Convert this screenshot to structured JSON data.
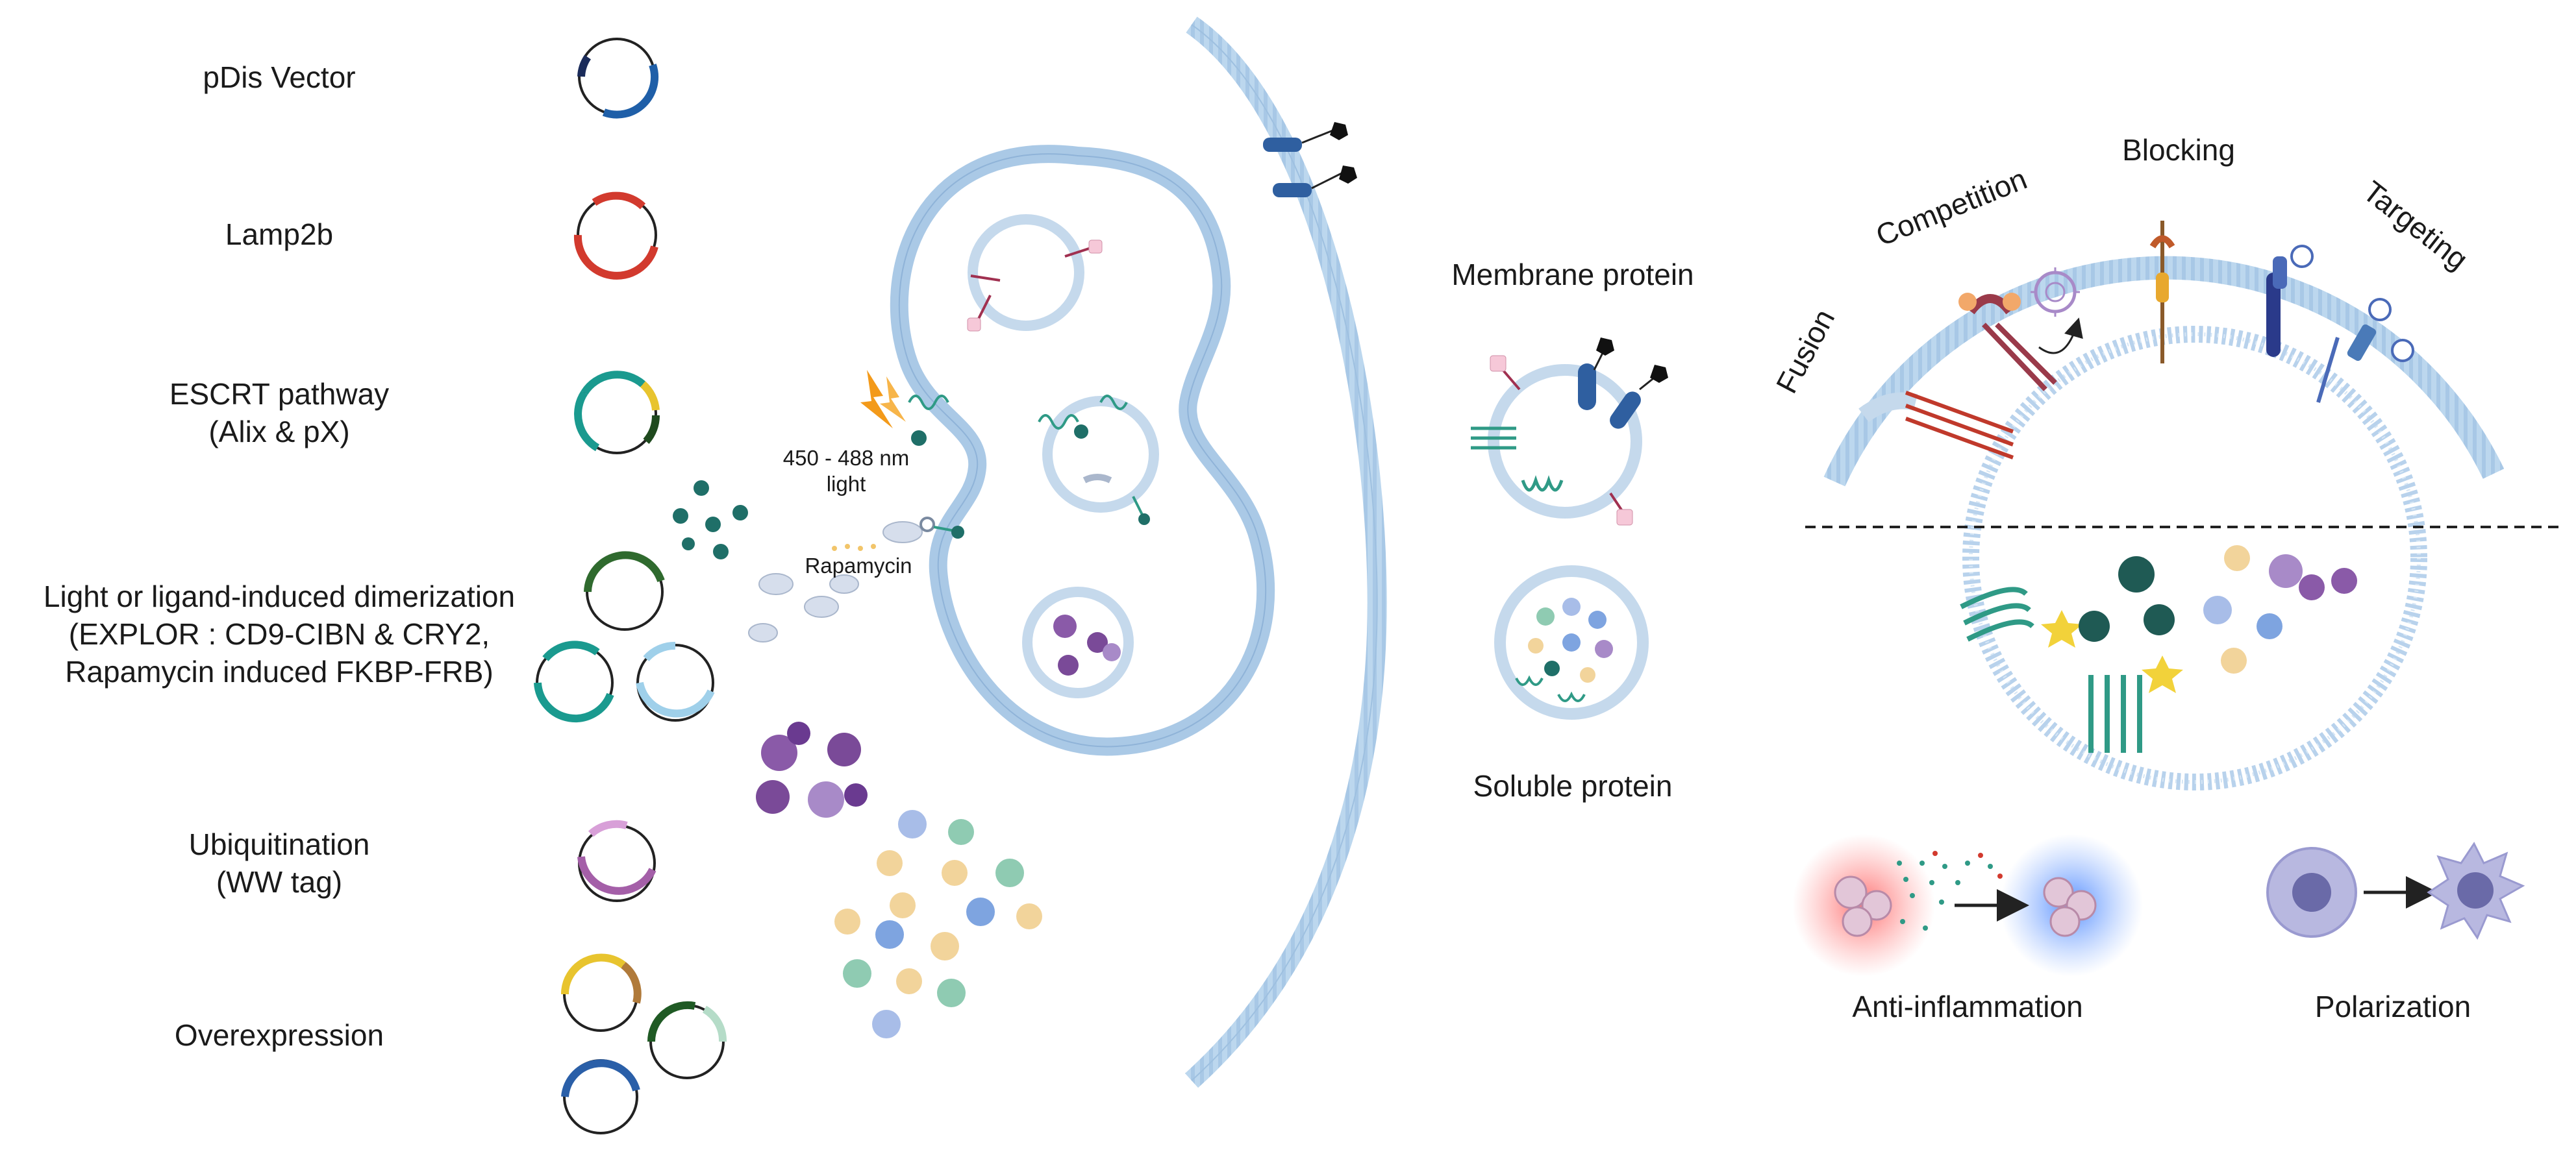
{
  "left_labels": {
    "pdis": "pDis Vector",
    "lamp2b": "Lamp2b",
    "escrt_1": "ESCRT pathway",
    "escrt_2": "(Alix & pX)",
    "dimer_1": "Light or ligand-induced dimerization",
    "dimer_2": "(EXPLOR : CD9-CIBN & CRY2,",
    "dimer_3": "Rapamycin induced FKBP-FRB)",
    "ubiq_1": "Ubiquitination",
    "ubiq_2": "(WW tag)",
    "overexp": "Overexpression"
  },
  "center_labels": {
    "light_1": "450 - 488 nm",
    "light_2": "light",
    "rapamycin": "Rapamycin"
  },
  "mid_labels": {
    "membrane": "Membrane protein",
    "soluble": "Soluble protein"
  },
  "right_labels": {
    "fusion": "Fusion",
    "competition": "Competition",
    "blocking": "Blocking",
    "targeting": "Targeting",
    "anti_inflammation": "Anti-inflammation",
    "polarization": "Polarization"
  },
  "colors": {
    "membrane": "#aac9e6",
    "membrane_dark": "#7fa9d2",
    "pdis": "#1f5fa8",
    "lamp2b": "#d23a2e",
    "escrt_teal": "#1a9a8f",
    "escrt_yellow": "#e8c42e",
    "dimer_green": "#2f6a2e",
    "dimer_light": "#9fd0ea",
    "ubiq": "#a45fa8",
    "teal_protein": "#2f9a86",
    "purple_protein": "#8a5aa8"
  }
}
